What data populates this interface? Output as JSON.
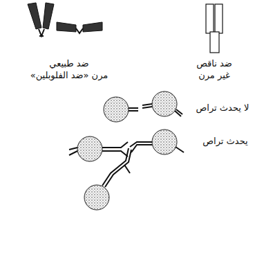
{
  "diagram": {
    "labels": [
      "ضد طبيعي",
      "مرن «ضد الفلوبلين»",
      "ضد ناقص",
      "غير مرن",
      "لا يحدث تراص",
      "يحدث تراص"
    ]
  }
}
